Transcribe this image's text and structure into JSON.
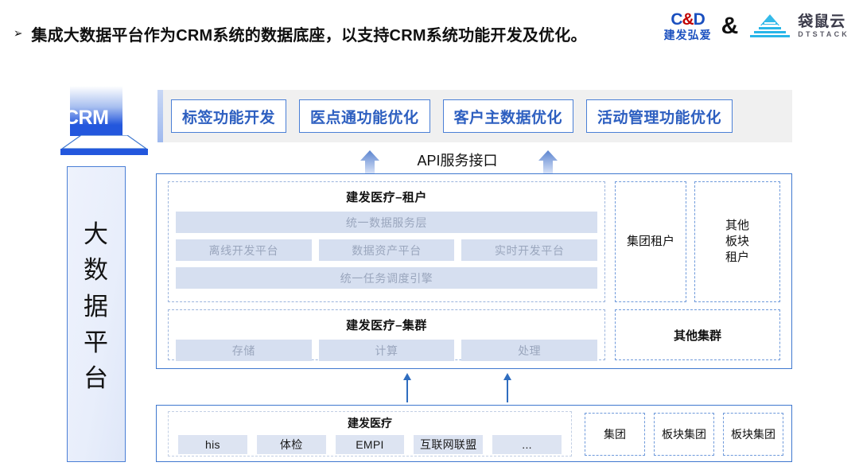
{
  "header": {
    "bullet": "➢",
    "headline": "集成大数据平台作为CRM系统的数据底座，以支持CRM系统功能开发及优化。",
    "logos": {
      "cd_top_left": "C",
      "cd_top_amp": "&",
      "cd_top_right": "D",
      "cd_bottom": "建发弘爱",
      "separator": "&",
      "dtstack_cn": "袋鼠云",
      "dtstack_en": "DTSTACK"
    }
  },
  "crm": {
    "label": "CRM"
  },
  "left_bar": {
    "chars": [
      "大",
      "数",
      "据",
      "平",
      "台"
    ]
  },
  "modules": {
    "chips": [
      {
        "label": "标签功能开发"
      },
      {
        "label": "医点通功能优化"
      },
      {
        "label": "客户主数据优化"
      },
      {
        "label": "活动管理功能优化"
      }
    ]
  },
  "api": {
    "label": "API服务接口"
  },
  "platform": {
    "tenant": {
      "title": "建发医疗–租户",
      "service_layer": "统一数据服务层",
      "platforms": [
        "离线开发平台",
        "数据资产平台",
        "实时开发平台"
      ],
      "scheduler": "统一任务调度引擎"
    },
    "cluster": {
      "title": "建发医疗–集群",
      "items": [
        "存储",
        "计算",
        "处理"
      ]
    },
    "group_tenant": "集团租户",
    "other_tenant_lines": [
      "其他",
      "板块",
      "租户"
    ],
    "other_cluster": "其他集群"
  },
  "sources": {
    "title": "建发医疗",
    "chips": [
      "his",
      "体检",
      "EMPI",
      "互联网联盟",
      "..."
    ],
    "side": [
      {
        "label": "集团"
      },
      {
        "label": "板块集团"
      },
      {
        "label": "板块集团"
      }
    ]
  },
  "colors": {
    "accent_blue": "#2d5fc0",
    "border_blue": "#3f78cf",
    "dashed_blue": "#6f9adb",
    "soft_box": "#d6dff0",
    "strip_gray": "#f0f0f0"
  }
}
